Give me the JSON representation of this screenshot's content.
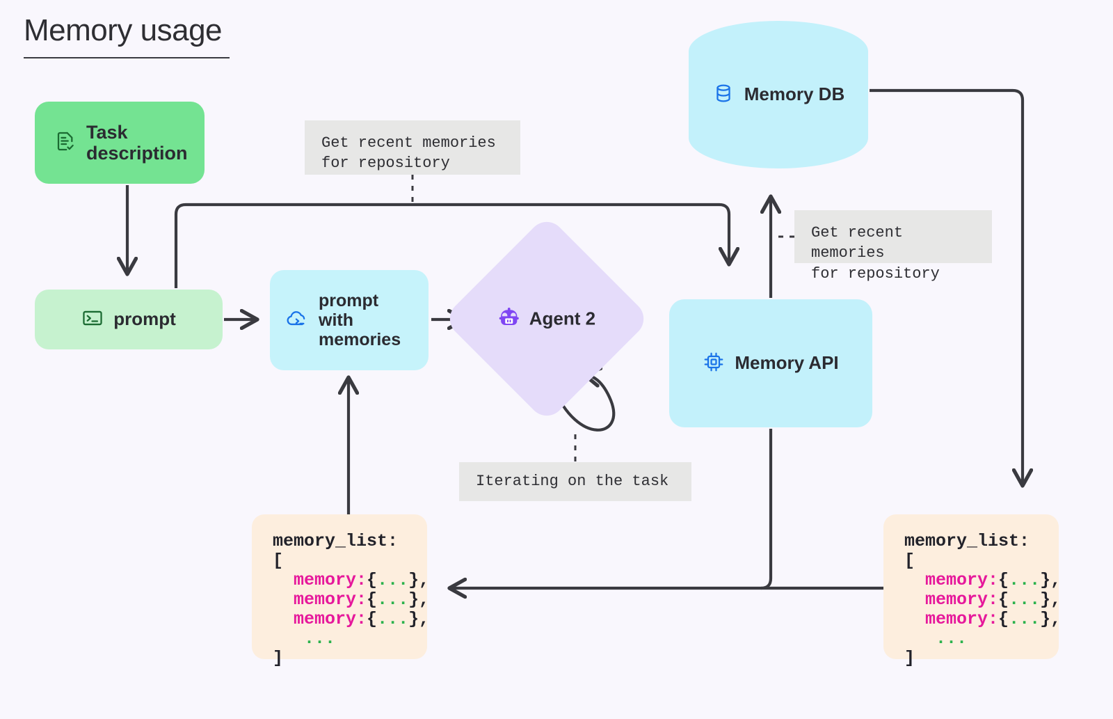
{
  "page": {
    "title": "Memory usage",
    "background_color": "#f9f7fd"
  },
  "nodes": {
    "task_description": {
      "label": "Task\ndescription",
      "icon": "document-check-icon",
      "color": "#74e392",
      "shape": "rounded-rect"
    },
    "prompt": {
      "label": "prompt",
      "icon": "terminal-icon",
      "color": "#c6f2cf",
      "shape": "rounded-rect"
    },
    "prompt_with_memories": {
      "label": "prompt\nwith\nmemories",
      "icon": "cloud-terminal-icon",
      "color": "#c6f3fb",
      "shape": "rounded-rect"
    },
    "agent_2": {
      "label": "Agent 2",
      "icon": "robot-icon",
      "color": "#e5dcfa",
      "shape": "diamond"
    },
    "memory_db": {
      "label": "Memory DB",
      "icon": "database-icon",
      "color": "#c3f1fb",
      "shape": "cylinder"
    },
    "memory_api": {
      "label": "Memory API",
      "icon": "chip-icon",
      "color": "#c3f1fb",
      "shape": "rounded-rect"
    }
  },
  "notes": {
    "top": "Get recent memories\nfor repository",
    "right": "Get recent memories\nfor repository",
    "iterating": "Iterating on the task"
  },
  "code_blocks": {
    "left": {
      "title": "memory_list:",
      "open_bracket": "[",
      "entry_key": "memory:",
      "entry_open": "{",
      "entry_dots": "...",
      "entry_close": "},",
      "entry_count": 3,
      "ellipsis": "...",
      "close_bracket": "]",
      "background_color": "#fdeede",
      "key_color": "#e6189b",
      "dots_color": "#2bb24c"
    },
    "right": {
      "title": "memory_list:",
      "open_bracket": "[",
      "entry_key": "memory:",
      "entry_open": "{",
      "entry_dots": "...",
      "entry_close": "},",
      "entry_count": 3,
      "ellipsis": "...",
      "close_bracket": "]",
      "background_color": "#fdeede",
      "key_color": "#e6189b",
      "dots_color": "#2bb24c"
    }
  },
  "edges": {
    "stroke_color": "#3a3a40",
    "items": [
      {
        "from": "task_description",
        "to": "prompt",
        "style": "solid-arrow"
      },
      {
        "from": "prompt",
        "to": "prompt_with_memories",
        "style": "solid-arrow"
      },
      {
        "from": "prompt",
        "to": "memory_api",
        "style": "elbow-arrow",
        "note": "top"
      },
      {
        "from": "prompt_with_memories",
        "to": "agent_2",
        "style": "solid-arrow"
      },
      {
        "from": "agent_2",
        "to": "agent_2",
        "style": "self-loop",
        "note": "iterating"
      },
      {
        "from": "memory_api",
        "to": "memory_db",
        "style": "solid-arrow-up",
        "note": "right"
      },
      {
        "from": "memory_db",
        "to": "code_right",
        "style": "elbow-arrow-down"
      },
      {
        "from": "code_right",
        "to": "code_left",
        "style": "solid-arrow-left"
      },
      {
        "from": "memory_api",
        "to": "code_left",
        "style": "branch-down"
      },
      {
        "from": "code_left",
        "to": "prompt_with_memories",
        "style": "solid-arrow-up"
      }
    ]
  }
}
